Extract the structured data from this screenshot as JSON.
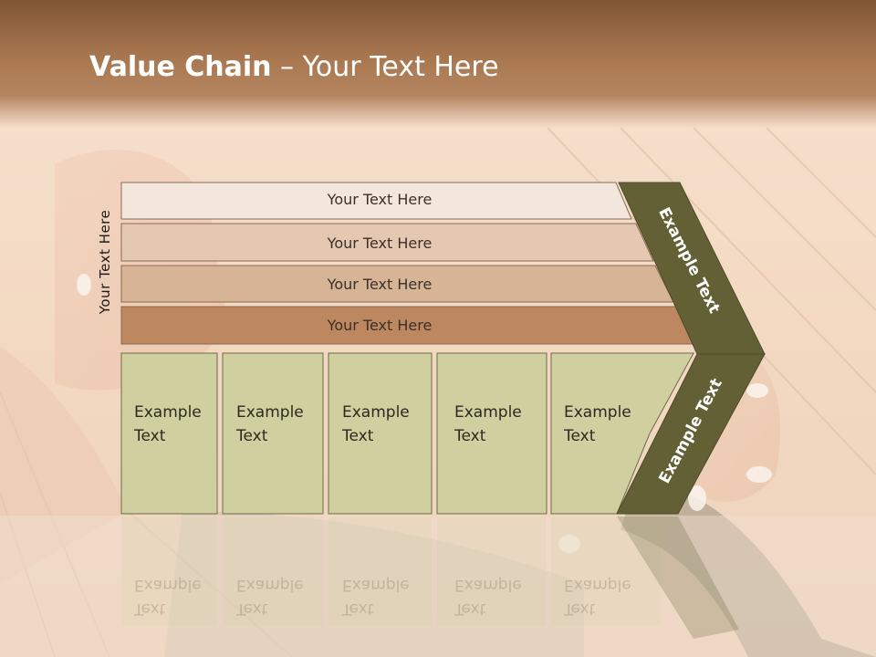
{
  "slide": {
    "title_bold": "Value Chain",
    "title_rest": " – Your Text Here",
    "side_label": "Your Text Here"
  },
  "bars": [
    {
      "label": "Your Text Here",
      "color": "#f3e7dd"
    },
    {
      "label": "Your Text Here",
      "color": "#e5c8b2"
    },
    {
      "label": "Your Text Here",
      "color": "#d8b497"
    },
    {
      "label": "Your Text Here",
      "color": "#bd875f"
    }
  ],
  "boxes": [
    {
      "line1": "Example",
      "line2": "Text"
    },
    {
      "line1": "Example",
      "line2": "Text"
    },
    {
      "line1": "Example",
      "line2": "Text"
    },
    {
      "line1": "Example",
      "line2": "Text"
    },
    {
      "line1": "Example",
      "line2": "Text"
    }
  ],
  "chevron": {
    "upper_label": "Example Text",
    "lower_label": "Example Text",
    "color": "#636035"
  },
  "colors": {
    "box_fill": "#cfcf9f",
    "header": "#a87750"
  }
}
